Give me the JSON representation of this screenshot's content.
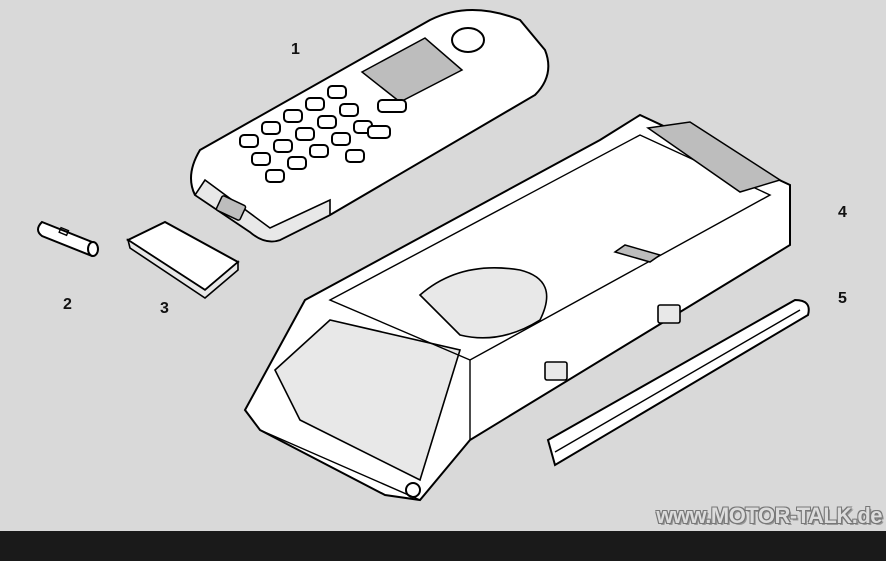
{
  "callouts": {
    "phone": "1",
    "battery": "2",
    "battery_cover": "3",
    "cradle": "4",
    "trim_strip": "5"
  },
  "watermark": "www.MOTOR-TALK.de",
  "colors": {
    "background": "#d9d9d9",
    "footer": "#1a1a1a"
  }
}
